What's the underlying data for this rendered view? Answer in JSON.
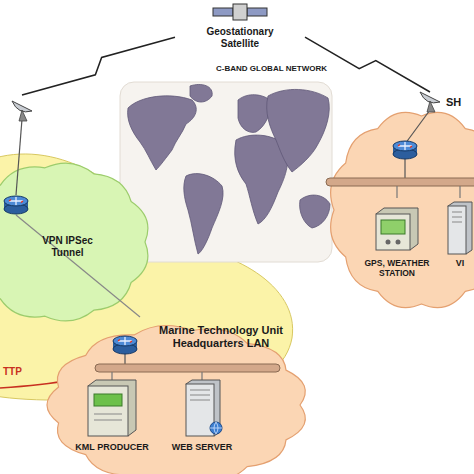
{
  "diagram": {
    "nodes": [
      {
        "text": [
          "Geostationary Satellite"
        ]
      },
      {
        "text": [
          "VPN IPSec Tunnel"
        ]
      },
      {
        "text": [
          "Marine Technology Unit Headquarters LAN"
        ]
      },
      {
        "text": [
          "KML PRODUCER"
        ],
        "in": 2
      },
      {
        "text": [
          "WEB SERVER"
        ],
        "in": 2
      },
      {
        "text": [
          "SH"
        ]
      },
      {
        "text": [
          "GPS, WEATHER STATION"
        ],
        "in": 5
      },
      {
        "text": [
          "VI"
        ],
        "in": 5
      }
    ],
    "edges": [
      {
        "from": 0,
        "to": 1,
        "arrow": "none"
      },
      {
        "from": 0,
        "to": 5,
        "arrow": "none"
      }
    ],
    "labels": [
      "C-BAND GLOBAL NETWORK",
      "TTP"
    ]
  }
}
